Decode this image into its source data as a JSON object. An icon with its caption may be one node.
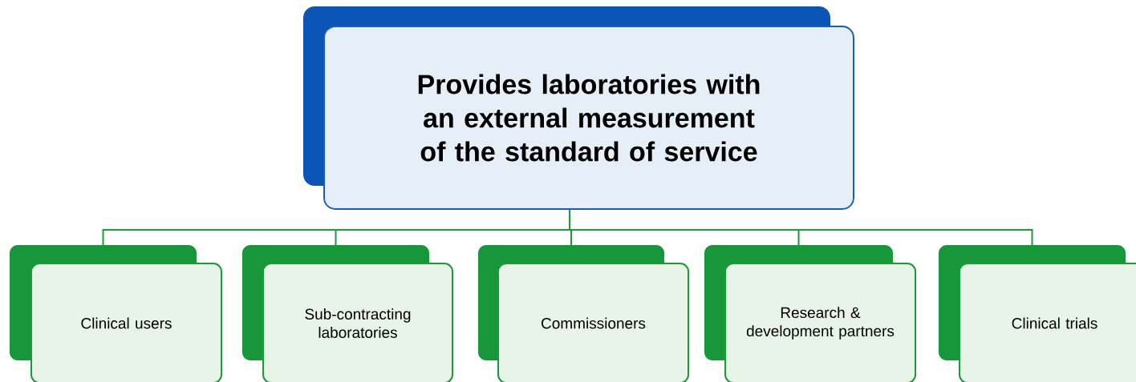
{
  "diagram": {
    "nodes": [
      {
        "text": [
          "Provides laboratories with an external measurement of the standard of service"
        ]
      },
      {
        "text": [
          "Clinical users"
        ]
      },
      {
        "text": [
          "Sub-contracting laboratories"
        ]
      },
      {
        "text": [
          "Commissioners"
        ]
      },
      {
        "text": [
          "Research & development partners"
        ]
      },
      {
        "text": [
          "Clinical trials"
        ]
      }
    ],
    "edges": [
      {
        "from": 0,
        "to": 1,
        "arrow": "none"
      },
      {
        "from": 0,
        "to": 2,
        "arrow": "none"
      },
      {
        "from": 0,
        "to": 3,
        "arrow": "none"
      },
      {
        "from": 0,
        "to": 4,
        "arrow": "none"
      },
      {
        "from": 0,
        "to": 5,
        "arrow": "none"
      }
    ]
  }
}
